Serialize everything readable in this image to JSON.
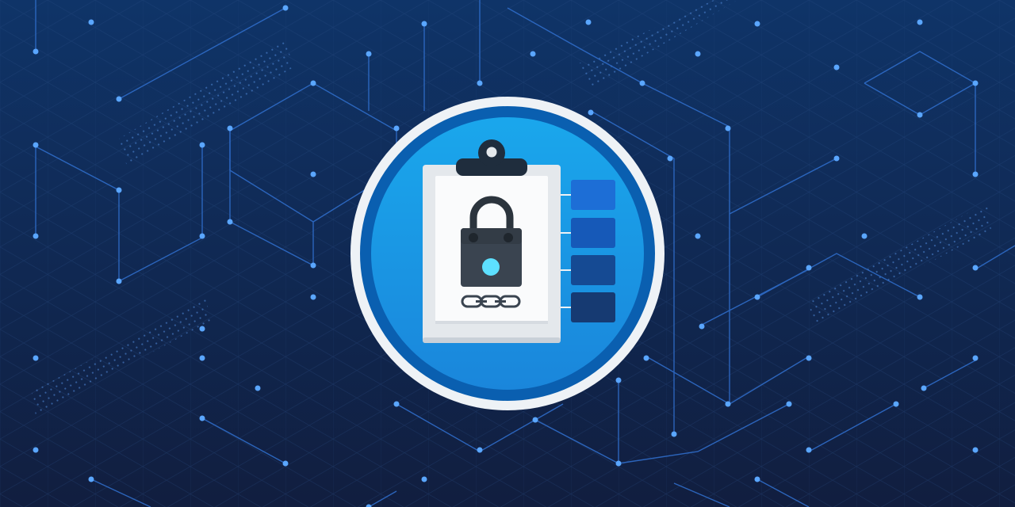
{
  "illustration": {
    "subject": "clipboard-with-open-padlock",
    "icons": [
      "network-background",
      "badge",
      "clipboard-icon",
      "unlocked-padlock-icon",
      "chain-link-icon",
      "checklist-boxes"
    ],
    "colors": {
      "background_top": "#0f3468",
      "background_bottom": "#111e3f",
      "grid_line": "#2a4f8a",
      "network_line": "#2f6cc8",
      "network_node": "#5aa6ff",
      "badge_ring_outer": "#eef2f6",
      "badge_ring_inner": "#0a5fb0",
      "badge_fill": "#1d9be6",
      "clipboard_board": "#e4e8ec",
      "clipboard_paper": "#fafbfc",
      "clip": "#1f2d3d",
      "padlock_body": "#3a4450",
      "padlock_shackle": "#2b343d",
      "padlock_keyhole": "#5de0ff",
      "chain": "#3a4450",
      "checklist_boxes": [
        "#1d6ed6",
        "#1659b8",
        "#154a93",
        "#163a72"
      ]
    }
  }
}
